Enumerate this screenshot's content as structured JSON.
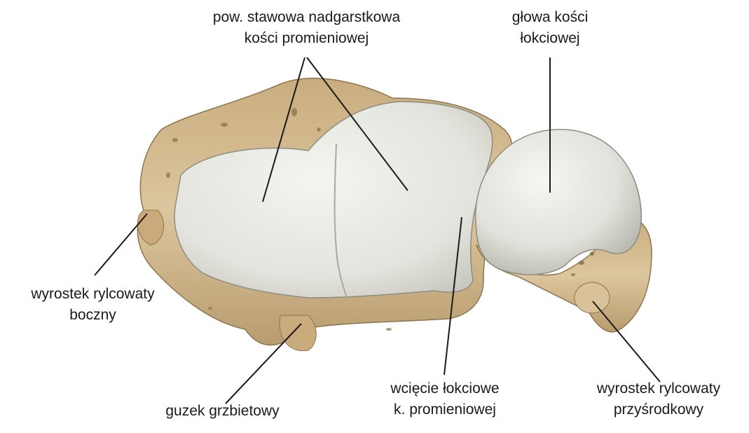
{
  "labels": {
    "articular_surface": {
      "line1": "pow. stawowa nadgarstkowa",
      "line2": "kości promieniowej"
    },
    "ulna_head": {
      "line1": "głowa kości",
      "line2": "łokciowej"
    },
    "lateral_styloid": {
      "line1": "wyrostek rylcowaty",
      "line2": "boczny"
    },
    "dorsal_tubercle": {
      "line1": "guzek grzbietowy"
    },
    "ulnar_notch": {
      "line1": "wcięcie łokciowe",
      "line2": "k. promieniowej"
    },
    "medial_styloid": {
      "line1": "wyrostek rylcowaty",
      "line2": "przyśrodkowy"
    }
  },
  "colors": {
    "bone": "#d7c097",
    "bone_shadow": "#b39a6c",
    "cartilage": "#e6e6e0",
    "cartilage_highlight": "#f3f3ef",
    "leader_line": "#1a1a1a"
  }
}
